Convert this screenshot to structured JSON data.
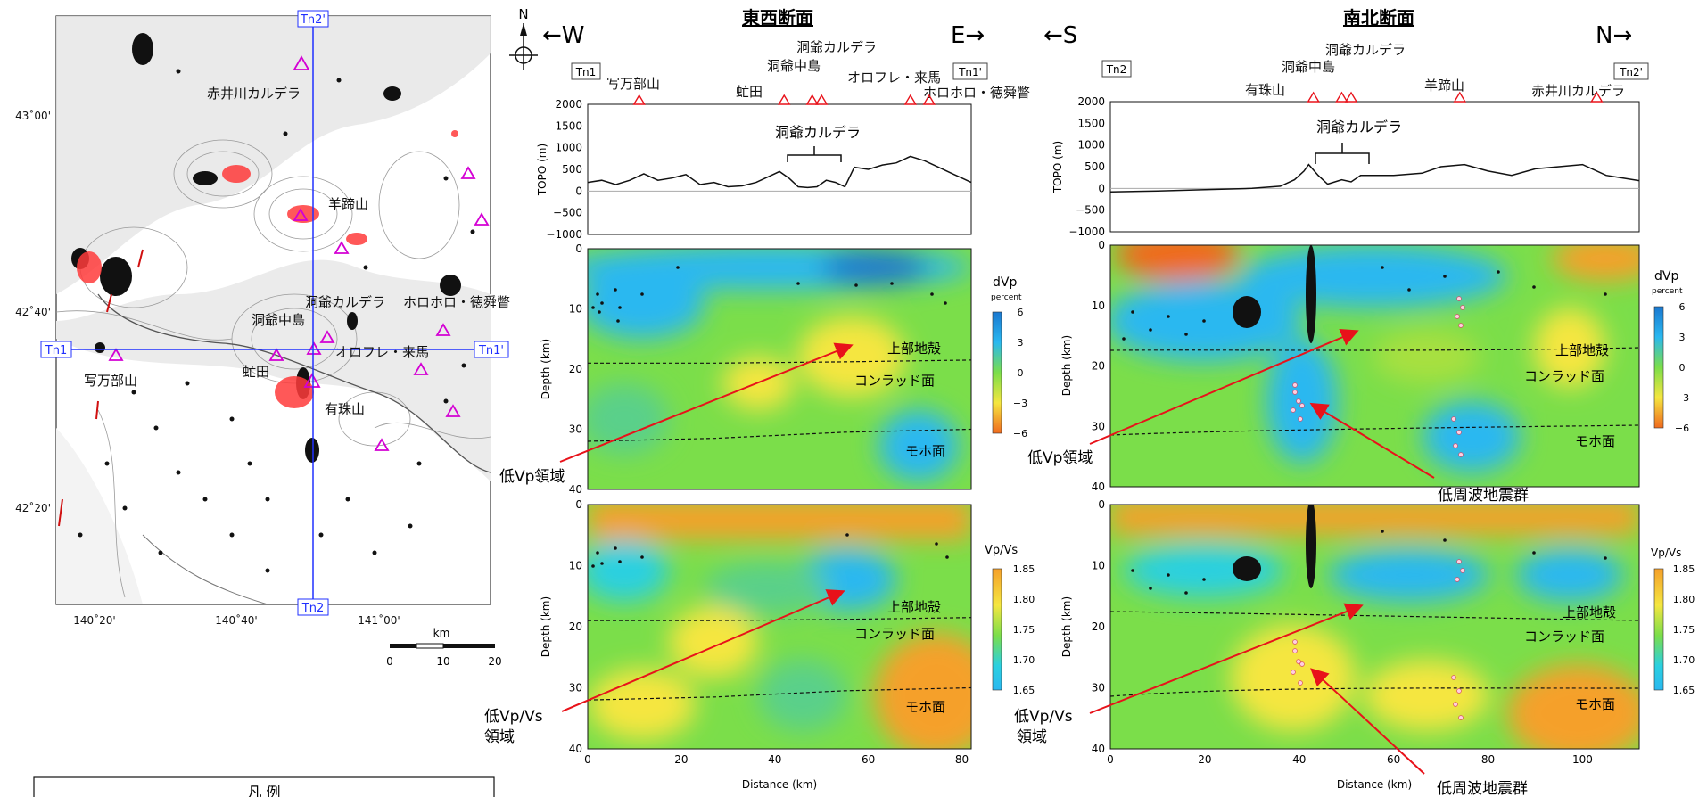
{
  "map": {
    "lat_labels": [
      "43˚00'",
      "42˚40'",
      "42˚20'"
    ],
    "lon_labels": [
      "140˚20'",
      "140˚40'",
      "141˚00'"
    ],
    "line_labels": {
      "tn1": "Tn1",
      "tn1p": "Tn1'",
      "tn2": "Tn2",
      "tn2p": "Tn2'"
    },
    "place_names": [
      "赤井川カルデラ",
      "羊蹄山",
      "洞爺カルデラ",
      "ホロホロ・徳舜瞥",
      "洞爺中島",
      "オロフレ・来馬",
      "写万部山",
      "虻田",
      "有珠山"
    ],
    "scale": {
      "unit": "km",
      "ticks": [
        "0",
        "10",
        "20"
      ]
    },
    "legend_title": "凡 例"
  },
  "compass": {
    "north": "N"
  },
  "ew": {
    "title": "東西断面",
    "dir_left": "←W",
    "dir_right": "E→",
    "end_left": "Tn1",
    "end_right": "Tn1'",
    "volcanoes": [
      "写万部山",
      "虻田",
      "洞爺中島",
      "洞爺カルデラ",
      "オロフレ・来馬",
      "ホロホロ・徳舜瞥"
    ],
    "caldera_label": "洞爺カルデラ",
    "arrow_labels": {
      "low_vp": "低Vp領域",
      "low_vpvs_1": "低Vp/Vs",
      "low_vpvs_2": "領域"
    },
    "layer_labels": {
      "upper_crust": "上部地殻",
      "conrad": "コンラッド面",
      "moho": "モホ面"
    }
  },
  "ns": {
    "title": "南北断面",
    "dir_left": "←S",
    "dir_right": "N→",
    "end_left": "Tn2",
    "end_right": "Tn2'",
    "volcanoes": [
      "有珠山",
      "洞爺中島",
      "洞爺カルデラ",
      "羊蹄山",
      "赤井川カルデラ"
    ],
    "caldera_label": "洞爺カルデラ",
    "arrow_labels": {
      "low_vp": "低Vp領域",
      "low_vpvs_1": "低Vp/Vs",
      "low_vpvs_2": "領域",
      "lf_quake": "低周波地震群"
    },
    "layer_labels": {
      "upper_crust": "上部地殻",
      "conrad": "コンラッド面",
      "moho": "モホ面"
    }
  },
  "colorbars": {
    "dvp": {
      "title": "dVp",
      "unit": "percent",
      "ticks": [
        "6",
        "3",
        "0",
        "−3",
        "−6"
      ]
    },
    "vpvs": {
      "title": "Vp/Vs",
      "ticks": [
        "1.85",
        "1.80",
        "1.75",
        "1.70",
        "1.65"
      ]
    }
  },
  "colors": {
    "low_anomaly": "#f5e640",
    "high_anomaly": "#2ab8f0",
    "background": "#7bde4a",
    "arrow": "#e8121a"
  },
  "chart_data": [
    {
      "type": "line",
      "title": "東西断面",
      "ylabel": "TOPO (m)",
      "ylim": [
        -1000,
        2000
      ],
      "yticks": [
        "2000",
        "1500",
        "1000",
        "500",
        "0",
        "−500",
        "−1000"
      ],
      "x": [
        0,
        3,
        6,
        9,
        12,
        15,
        18,
        21,
        24,
        27,
        30,
        33,
        36,
        39,
        41,
        43,
        45,
        47,
        49,
        51,
        53,
        55,
        57,
        60,
        63,
        66,
        69,
        72,
        75,
        78,
        80,
        82
      ],
      "y": [
        200,
        250,
        150,
        250,
        400,
        250,
        300,
        380,
        150,
        200,
        100,
        120,
        200,
        350,
        450,
        300,
        100,
        80,
        100,
        250,
        200,
        100,
        550,
        500,
        600,
        650,
        800,
        700,
        550,
        400,
        300,
        200
      ],
      "volcano_x": [
        11,
        42,
        48,
        50,
        69,
        73
      ]
    },
    {
      "type": "heatmap",
      "title": "dVp",
      "xlabel": "",
      "ylabel": "Depth (km)",
      "xlim": [
        0,
        82
      ],
      "ylim": [
        40,
        0
      ],
      "yticks": [
        "0",
        "10",
        "20",
        "30",
        "40"
      ],
      "conrad_depth": [
        19,
        19,
        18.8,
        18.5
      ],
      "moho_depth": [
        32,
        31.5,
        30.5,
        30
      ]
    },
    {
      "type": "heatmap",
      "title": "Vp/Vs",
      "xlabel": "Distance (km)",
      "ylabel": "Depth (km)",
      "xlim": [
        0,
        82
      ],
      "ylim": [
        40,
        0
      ],
      "xticks": [
        "0",
        "20",
        "40",
        "60",
        "80"
      ],
      "yticks": [
        "0",
        "10",
        "20",
        "30",
        "40"
      ]
    },
    {
      "type": "line",
      "title": "南北断面",
      "ylabel": "TOPO (m)",
      "ylim": [
        -1000,
        2000
      ],
      "yticks": [
        "2000",
        "1500",
        "1000",
        "500",
        "0",
        "−500",
        "−1000"
      ],
      "x": [
        0,
        10,
        20,
        30,
        36,
        39,
        41,
        42,
        44,
        46,
        49,
        51,
        53,
        56,
        60,
        66,
        70,
        75,
        80,
        85,
        90,
        95,
        100,
        105,
        108,
        112
      ],
      "y": [
        -80,
        -60,
        -30,
        0,
        50,
        200,
        400,
        550,
        300,
        100,
        200,
        150,
        300,
        300,
        300,
        350,
        500,
        550,
        400,
        300,
        450,
        500,
        550,
        300,
        250,
        180
      ],
      "volcano_x": [
        43,
        49,
        51,
        74,
        103
      ]
    },
    {
      "type": "heatmap",
      "title": "dVp",
      "xlabel": "",
      "ylabel": "Depth (km)",
      "xlim": [
        0,
        112
      ],
      "ylim": [
        40,
        0
      ],
      "yticks": [
        "0",
        "10",
        "20",
        "30",
        "40"
      ]
    },
    {
      "type": "heatmap",
      "title": "Vp/Vs",
      "xlabel": "Distance (km)",
      "ylabel": "Depth (km)",
      "xlim": [
        0,
        112
      ],
      "ylim": [
        40,
        0
      ],
      "xticks": [
        "0",
        "20",
        "40",
        "60",
        "80",
        "100"
      ],
      "yticks": [
        "0",
        "10",
        "20",
        "30",
        "40"
      ]
    }
  ]
}
